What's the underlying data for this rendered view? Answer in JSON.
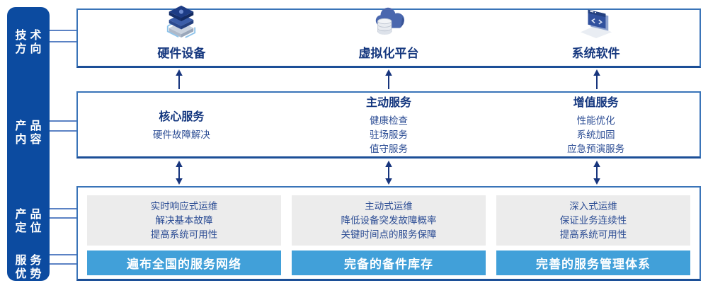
{
  "colors": {
    "sidebar_blue": "#0c4ba0",
    "panel_border_blue": "#3a74b8",
    "banner_blue": "#41a0d9",
    "navy_text": "#16387f",
    "body_text": "#2b4c94",
    "gray_panel": "#ececec",
    "arrow_navy": "#17357d"
  },
  "sidebar": {
    "items": [
      {
        "line1": "技术",
        "line2": "方向"
      },
      {
        "line1": "产品",
        "line2": "内容"
      },
      {
        "line1": "产品",
        "line2": "定位"
      },
      {
        "line1": "服务",
        "line2": "优势"
      }
    ]
  },
  "tech_row": {
    "items": [
      {
        "icon": "server-stack-icon",
        "label": "硬件设备"
      },
      {
        "icon": "cloud-database-icon",
        "label": "虚拟化平台"
      },
      {
        "icon": "software-window-icon",
        "label": "系统软件"
      }
    ]
  },
  "content_row": {
    "columns": [
      {
        "title": "核心服务",
        "lines": [
          "硬件故障解决"
        ]
      },
      {
        "title": "主动服务",
        "lines": [
          "健康检查",
          "驻场服务",
          "值守服务"
        ]
      },
      {
        "title": "增值服务",
        "lines": [
          "性能优化",
          "系统加固",
          "应急预演服务"
        ]
      }
    ]
  },
  "position_row": {
    "columns": [
      {
        "lines": [
          "实时响应式运维",
          "解决基本故障",
          "提高系统可用性"
        ],
        "banner": "遍布全国的服务网络"
      },
      {
        "lines": [
          "主动式运维",
          "降低设备突发故障概率",
          "关键时间点的服务保障"
        ],
        "banner": "完备的备件库存"
      },
      {
        "lines": [
          "深入式运维",
          "保证业务连续性",
          "提高系统可用性"
        ],
        "banner": "完善的服务管理体系"
      }
    ]
  }
}
